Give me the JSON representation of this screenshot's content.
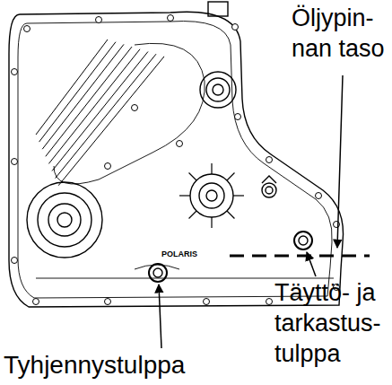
{
  "diagram": {
    "labels": [
      "Öljypin- nan taso",
      "POLARIS",
      "Täyttö- ja tarkastus- tulppa",
      "Tyhjennystulppa"
    ]
  }
}
